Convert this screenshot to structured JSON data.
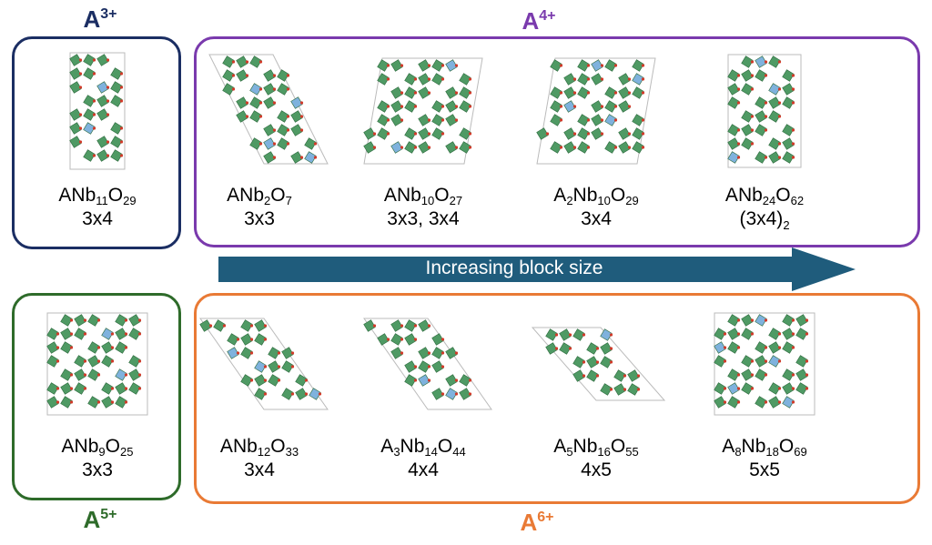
{
  "groups": [
    {
      "id": "A3",
      "label_base": "A",
      "label_charge": "3+",
      "color": "#1b2e63"
    },
    {
      "id": "A4",
      "label_base": "A",
      "label_charge": "4+",
      "color": "#7a3aad"
    },
    {
      "id": "A5",
      "label_base": "A",
      "label_charge": "5+",
      "color": "#2e6b2a"
    },
    {
      "id": "A6",
      "label_base": "A",
      "label_charge": "6+",
      "color": "#e97a35"
    }
  ],
  "arrow": {
    "label": "Increasing block size",
    "color": "#1f5c7c"
  },
  "compounds": [
    {
      "group": "A3",
      "formula": [
        [
          "A",
          ""
        ],
        [
          "Nb",
          "11"
        ],
        [
          "O",
          "29"
        ]
      ],
      "block": "3x4",
      "shape": "rect"
    },
    {
      "group": "A4",
      "formula": [
        [
          "A",
          ""
        ],
        [
          "Nb",
          "2"
        ],
        [
          "O",
          "7"
        ]
      ],
      "block": "3x3",
      "shape": "rhomb-steep"
    },
    {
      "group": "A4",
      "formula": [
        [
          "A",
          ""
        ],
        [
          "Nb",
          "10"
        ],
        [
          "O",
          "27"
        ]
      ],
      "block": "3x3, 3x4",
      "shape": "para"
    },
    {
      "group": "A4",
      "formula": [
        [
          "A",
          "2"
        ],
        [
          "Nb",
          "10"
        ],
        [
          "O",
          "29"
        ]
      ],
      "block": "3x4",
      "shape": "para"
    },
    {
      "group": "A4",
      "formula": [
        [
          "A",
          ""
        ],
        [
          "Nb",
          "24"
        ],
        [
          "O",
          "62"
        ]
      ],
      "block": "(3x4)",
      "block_sub": "2",
      "shape": "rect-tall"
    },
    {
      "group": "A5",
      "formula": [
        [
          "A",
          ""
        ],
        [
          "Nb",
          "9"
        ],
        [
          "O",
          "25"
        ]
      ],
      "block": "3x3",
      "shape": "square"
    },
    {
      "group": "A6",
      "formula": [
        [
          "A",
          ""
        ],
        [
          "Nb",
          "12"
        ],
        [
          "O",
          "33"
        ]
      ],
      "block": "3x4",
      "shape": "slant"
    },
    {
      "group": "A6",
      "formula": [
        [
          "A",
          "3"
        ],
        [
          "Nb",
          "14"
        ],
        [
          "O",
          "44"
        ]
      ],
      "block": "4x4",
      "shape": "slant"
    },
    {
      "group": "A6",
      "formula": [
        [
          "A",
          "5"
        ],
        [
          "Nb",
          "16"
        ],
        [
          "O",
          "55"
        ]
      ],
      "block": "4x5",
      "shape": "slant-flat"
    },
    {
      "group": "A6",
      "formula": [
        [
          "A",
          "8"
        ],
        [
          "Nb",
          "18"
        ],
        [
          "O",
          "69"
        ]
      ],
      "block": "5x5",
      "shape": "square"
    }
  ],
  "icon_colors": {
    "octahedron": "#4f9a64",
    "octahedron_edge": "#2f6b3f",
    "tetrahedron": "#7fb2dd",
    "oxygen": "#d23a2a"
  }
}
